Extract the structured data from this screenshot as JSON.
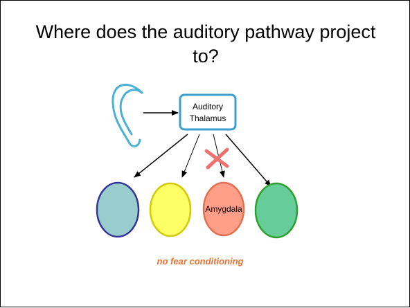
{
  "slide": {
    "title": "Where does the auditory pathway project to?"
  },
  "diagram": {
    "thalamus_label_line1": "Auditory",
    "thalamus_label_line2": "Thalamus",
    "amygdala_label": "Amygdala",
    "caption": "no fear conditioning",
    "colors": {
      "ear_stroke": "#4ab0d6",
      "thalamus_stroke": "#3a9fd0",
      "circle_teal_fill": "#99cccc",
      "circle_teal_stroke": "#333399",
      "circle_yellow_fill": "#ffff66",
      "circle_yellow_stroke": "#d4c800",
      "circle_amygdala_fill": "#ff9f8a",
      "circle_amygdala_stroke": "#e27050",
      "circle_green_fill": "#66cc99",
      "circle_green_stroke": "#2aa02a",
      "cross_mark": "#f07070",
      "caption_color": "#f07030"
    },
    "icons": {
      "ear": "ear-icon",
      "blocked": "x-mark-icon"
    }
  }
}
